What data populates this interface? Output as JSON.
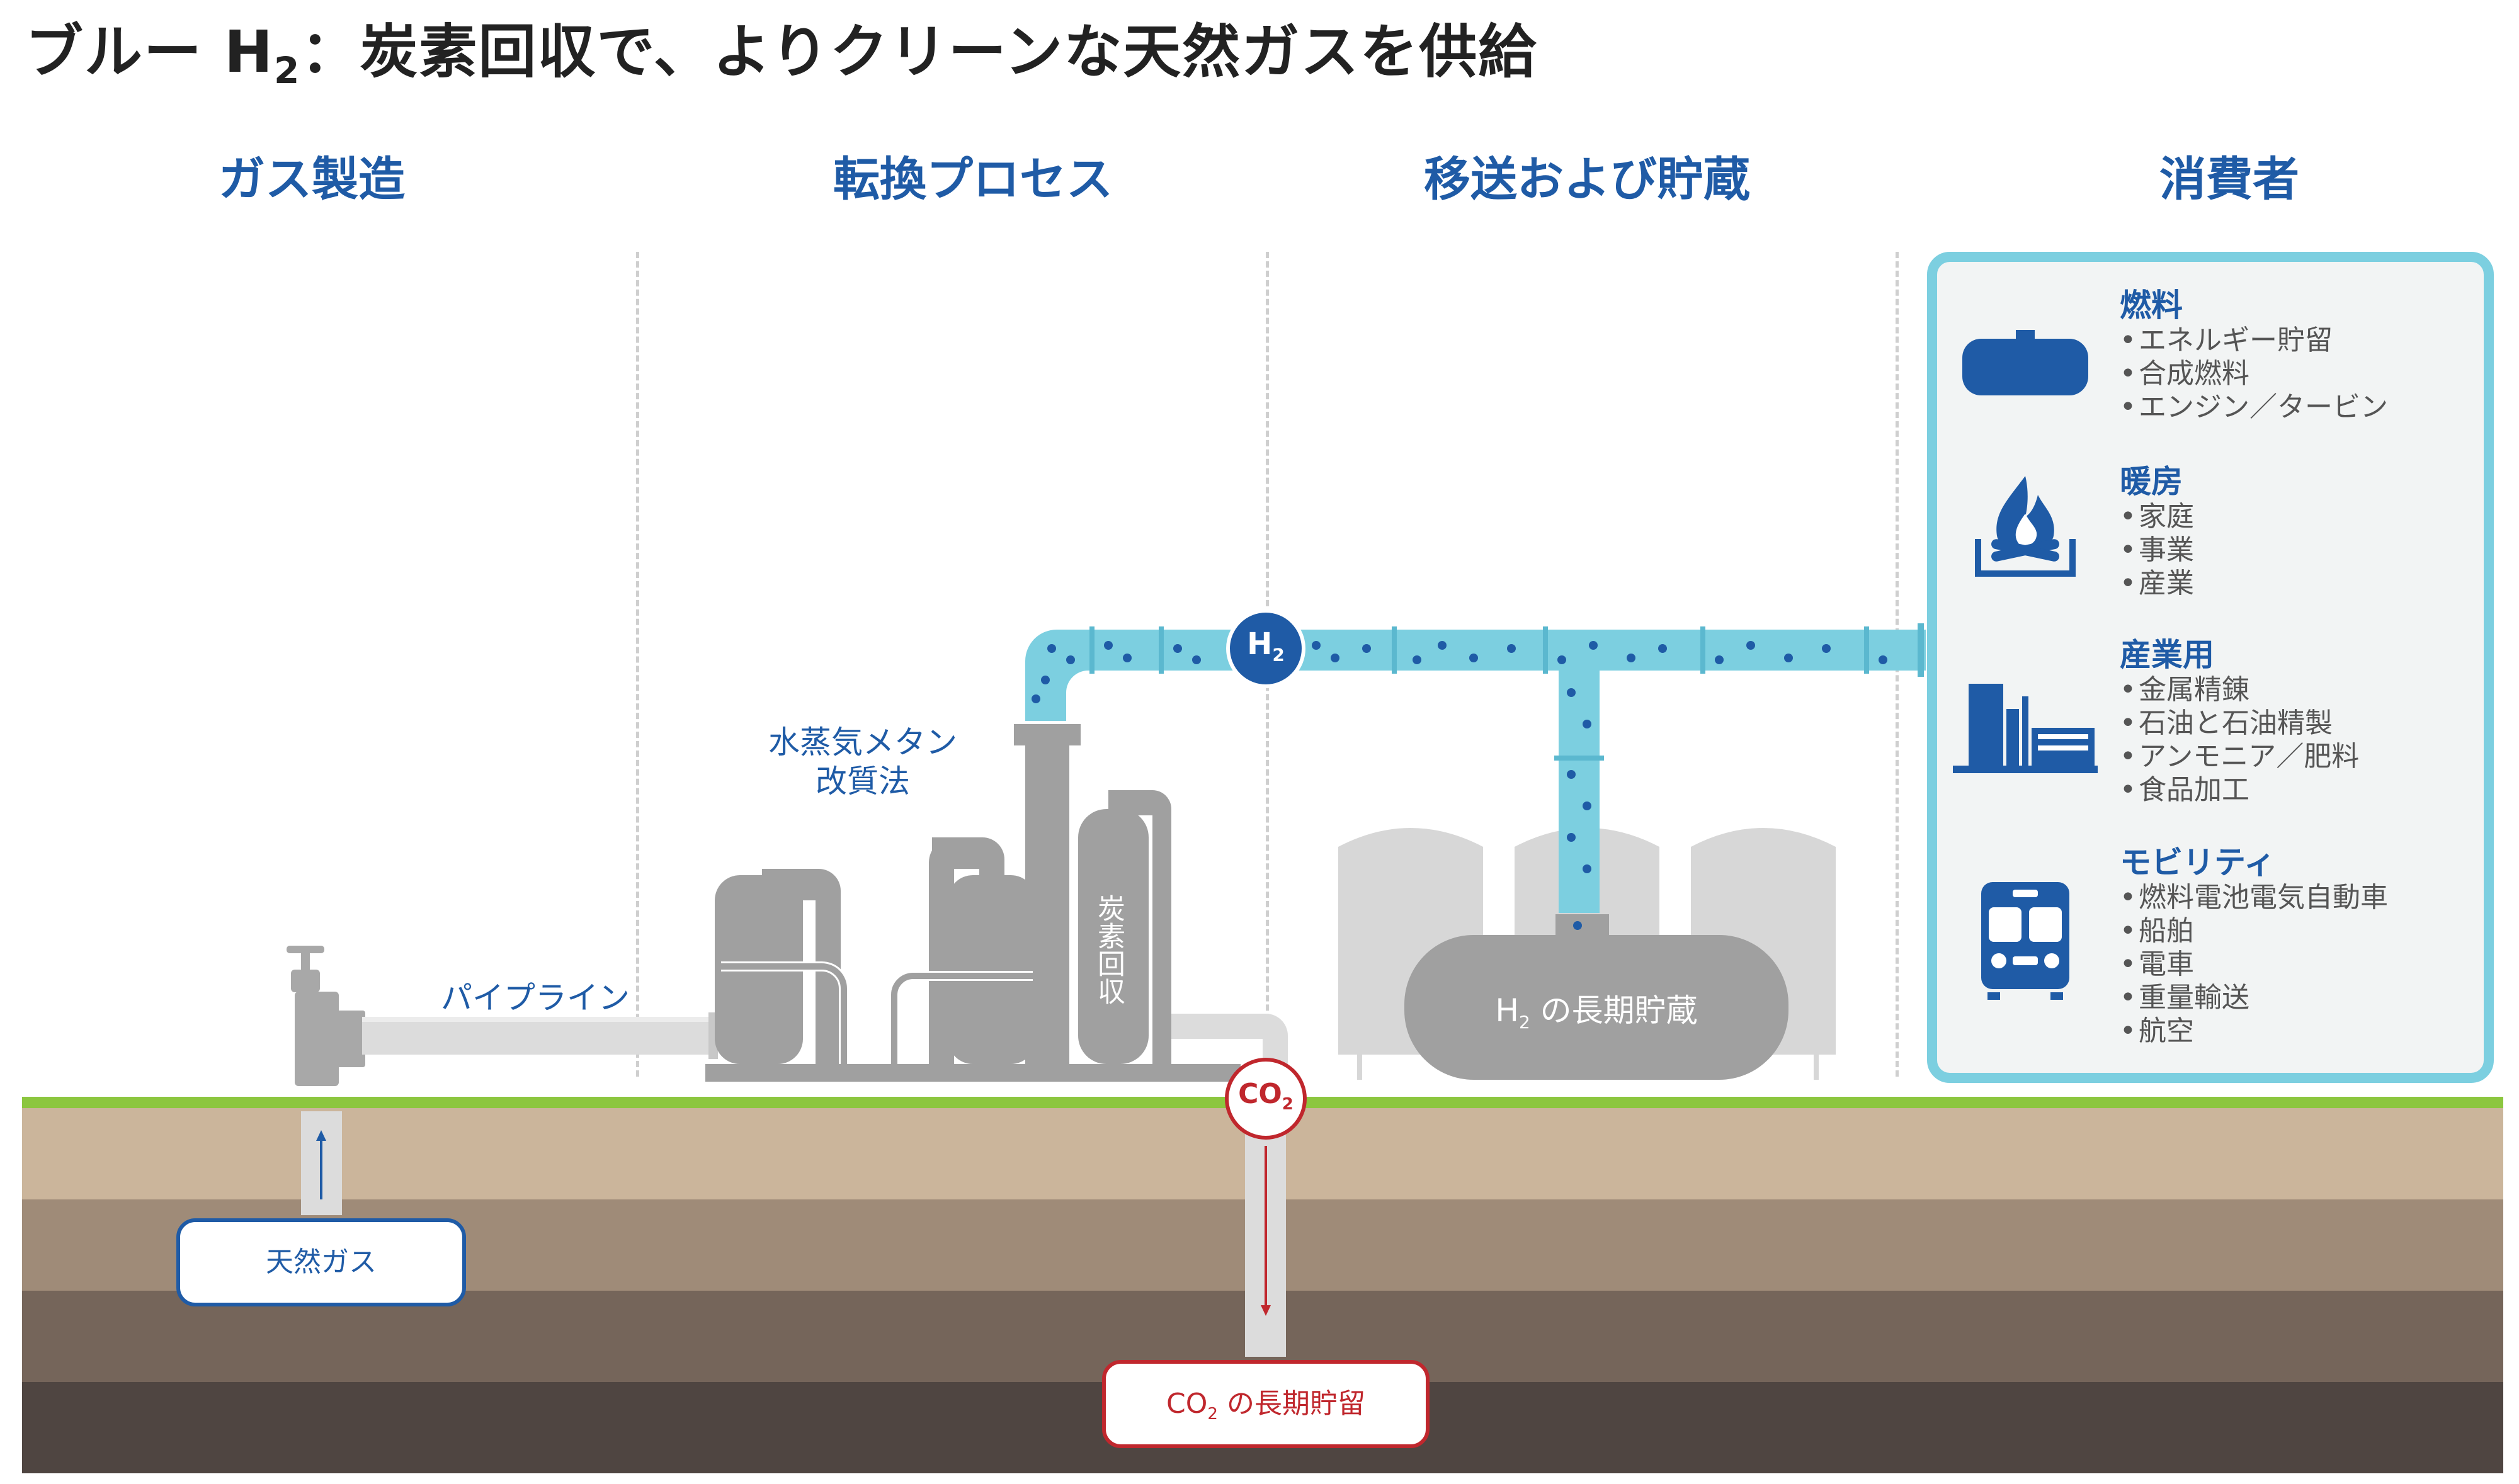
{
  "title": {
    "main": "ブルー H",
    "sub": "2",
    "rest": "：炭素回収で、よりクリーンな天然ガスを供給"
  },
  "sections": [
    "ガス製造",
    "転換プロセス",
    "移送および貯蔵",
    "消費者"
  ],
  "labels": {
    "pipeline": "パイプライン",
    "smr_line1": "水蒸気メタン",
    "smr_line2": "改質法",
    "carbon_capture": "炭素回収",
    "h2_badge_main": "H",
    "h2_badge_sub": "2",
    "h2_storage_main": "H",
    "h2_storage_sub": "2",
    "h2_storage_rest": " の長期貯蔵",
    "co2_badge_main": "CO",
    "co2_badge_sub": "2",
    "natural_gas": "天然ガス",
    "co2_storage_main": "CO",
    "co2_storage_sub": "2",
    "co2_storage_rest": " の長期貯留"
  },
  "consumers": [
    {
      "heading": "燃料",
      "icon": "fuel-tank-icon",
      "items": [
        "エネルギー貯留",
        "合成燃料",
        "エンジン／タービン"
      ]
    },
    {
      "heading": "暖房",
      "icon": "flame-icon",
      "items": [
        "家庭",
        "事業",
        "産業"
      ]
    },
    {
      "heading": "産業用",
      "icon": "factory-icon",
      "items": [
        "金属精錬",
        "石油と石油精製",
        "アンモニア／肥料",
        "食品加工"
      ]
    },
    {
      "heading": "モビリティ",
      "icon": "train-icon",
      "items": [
        "燃料電池電気自動車",
        "船舶",
        "電車",
        "重量輸送",
        "航空"
      ]
    }
  ],
  "colors": {
    "brand_blue": "#1f5ba6",
    "pipe_cyan": "#7ccfe0",
    "co2_red": "#c0272d",
    "grass": "#8cc63f",
    "equipment_gray": "#a0a0a0",
    "soil_layers": [
      "#cbb59b",
      "#9f8b78",
      "#75655a",
      "#4f4541"
    ]
  }
}
